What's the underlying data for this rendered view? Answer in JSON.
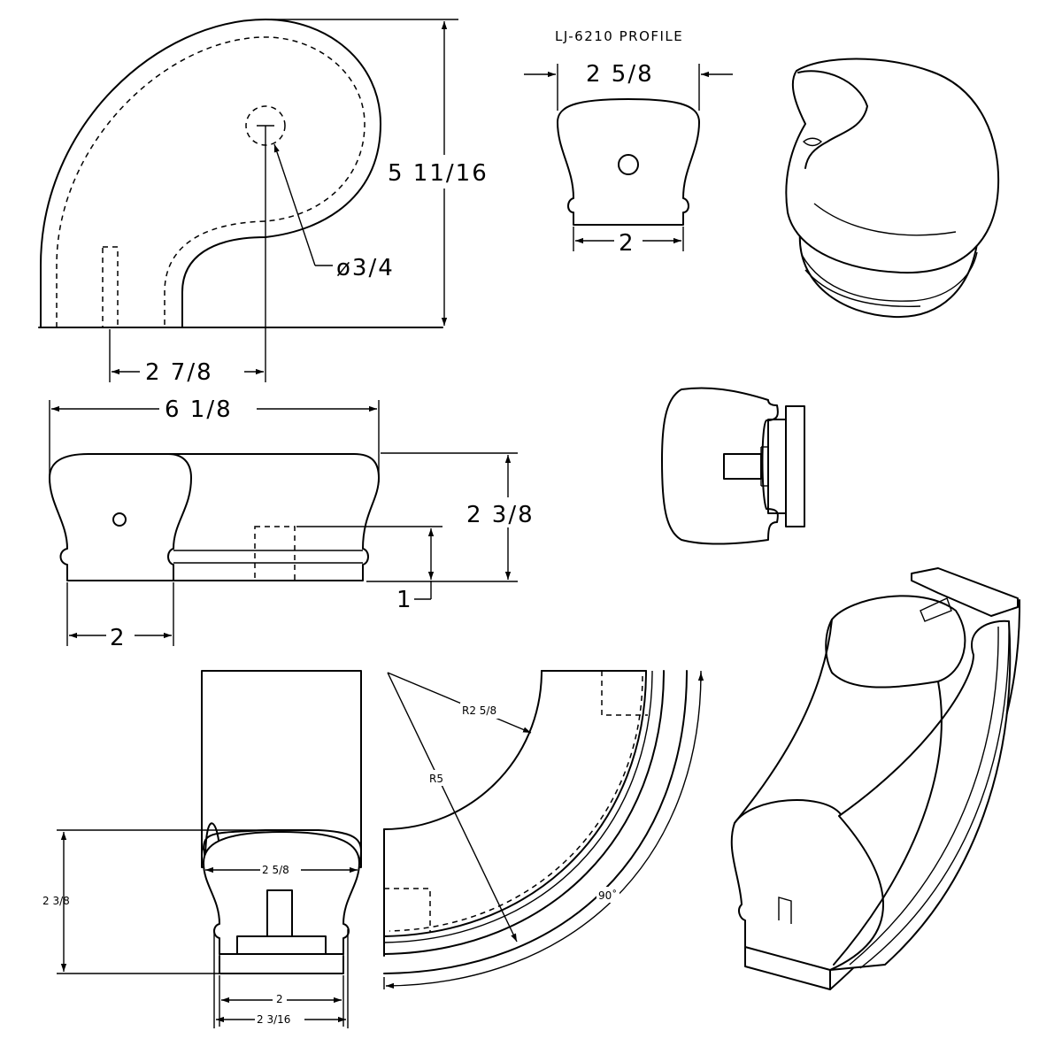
{
  "title": "LJ-6210 PROFILE",
  "plan_view": {
    "height": "5 11/16",
    "offset": "2 7/8",
    "hole": "ø3/4"
  },
  "profile_view": {
    "top_width": "2 5/8",
    "bottom_width": "2"
  },
  "side_view": {
    "length": "6 1/8",
    "height": "2 3/8",
    "tenon_height": "1",
    "bottom_width": "2"
  },
  "section_view": {
    "height": "2 3/8",
    "top_width": "2 5/8",
    "bottom_width": "2",
    "overall_width": "2 3/16"
  },
  "arc_view": {
    "inner_radius": "R2 5/8",
    "outer_radius": "R5",
    "angle": "90˚"
  },
  "colors": {
    "line": "#000000",
    "background": "#ffffff"
  }
}
